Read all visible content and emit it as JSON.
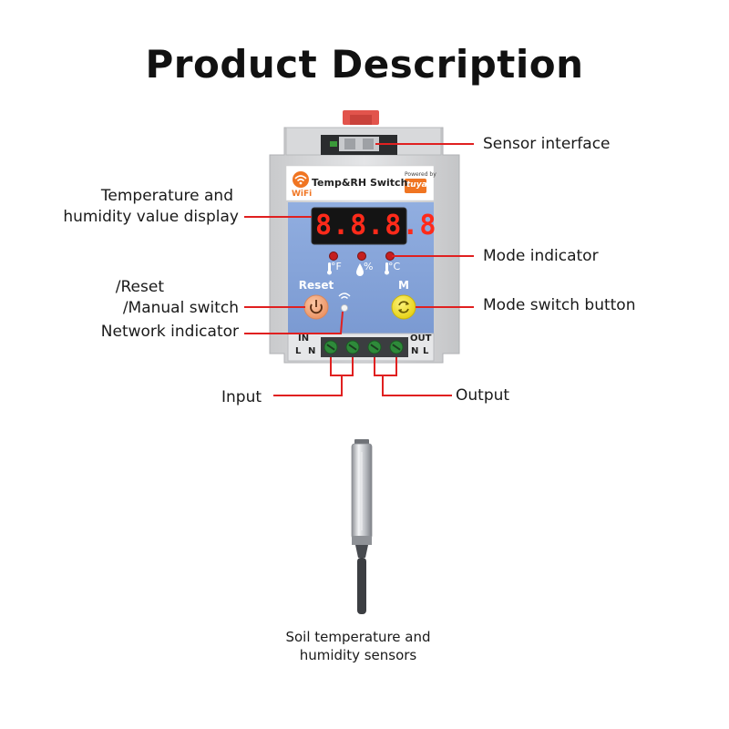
{
  "title": "Product Description",
  "device": {
    "brand_name": "Temp&RH Switch",
    "wifi_label": "WiFi",
    "powered_by": "Powered by",
    "tuya_logo": "tuya",
    "display_digits": "8.8.8.8",
    "unit_f": "°F",
    "unit_pct": "%",
    "unit_c": "°C",
    "reset_label": "Reset",
    "mode_label": "M",
    "terminal_in": "IN",
    "terminal_out": "OUT",
    "terminal_in_l": "L",
    "terminal_in_n": "N",
    "terminal_out_n": "N",
    "terminal_out_l": "L"
  },
  "labels": {
    "sensor_interface": "Sensor interface",
    "display_line1": "Temperature and",
    "display_line2": "humidity value display",
    "mode_indicator": "Mode indicator",
    "reset_line1": "/Reset",
    "reset_line2": "/Manual switch",
    "mode_switch": "Mode switch button",
    "network_indicator": "Network indicator",
    "input": "Input",
    "output": "Output"
  },
  "sensor_caption": {
    "line1": "Soil temperature and",
    "line2": "humidity sensors"
  },
  "colors": {
    "leader_line": "#e02020",
    "panel_blue": "#7f9fd6",
    "reset_button": "#f3a77d",
    "mode_button": "#f4e021",
    "led_red": "#c41f1f"
  }
}
